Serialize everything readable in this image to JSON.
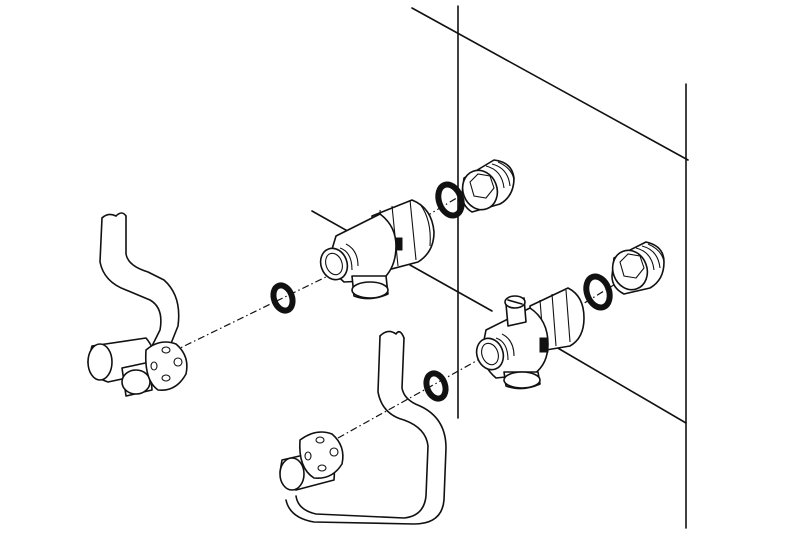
{
  "figure": {
    "kind": "exploded-assembly-line-drawing",
    "background": "#ffffff",
    "stroke_color": "#111111",
    "text_labels": []
  },
  "parts": {
    "upper_valve": "angle-valve",
    "lower_valve": "three-way-valve",
    "upper_seal": "o-ring",
    "lower_seal": "o-ring",
    "upper_pipe_seal": "o-ring",
    "lower_pipe_seal": "o-ring",
    "upper_nipple": "hex-threaded-nipple",
    "lower_nipple": "hex-threaded-nipple",
    "upper_hose": "flexible-hose",
    "lower_hose": "flexible-hose"
  }
}
